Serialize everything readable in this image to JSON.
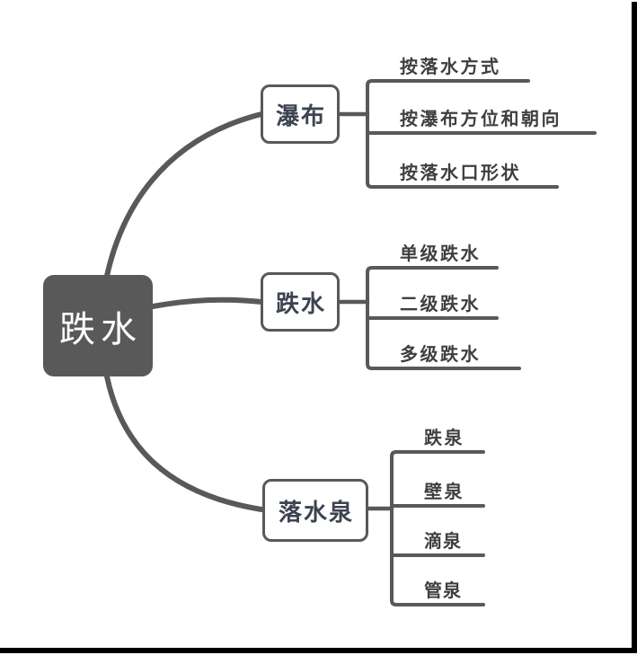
{
  "diagram": {
    "type": "mindmap",
    "root": {
      "label": "跌水"
    },
    "branches": [
      {
        "label": "瀑布",
        "children": [
          {
            "label": "按落水方式"
          },
          {
            "label": "按瀑布方位和朝向"
          },
          {
            "label": "按落水口形状"
          }
        ]
      },
      {
        "label": "跌水",
        "children": [
          {
            "label": "单级跌水"
          },
          {
            "label": "二级跌水"
          },
          {
            "label": "多级跌水"
          }
        ]
      },
      {
        "label": "落水泉",
        "children": [
          {
            "label": "跌泉"
          },
          {
            "label": "壁泉"
          },
          {
            "label": "滴泉"
          },
          {
            "label": "管泉"
          }
        ]
      }
    ]
  },
  "colors": {
    "line": "#595959",
    "root_fill": "#595959",
    "root_text": "#ffffff",
    "node_border": "#595959",
    "node_text": "#3d4350",
    "child_text": "#3f3f3f",
    "frame": "#000000"
  }
}
